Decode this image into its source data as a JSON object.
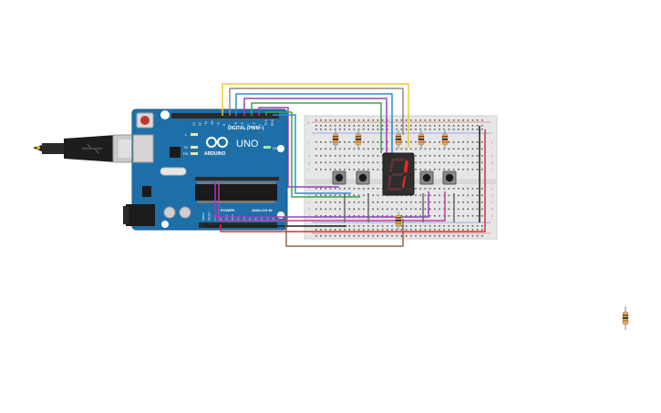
{
  "board": {
    "digital_label": "DIGITAL (PWM~)",
    "brand_label": "ARDUINO",
    "model_label": "UNO",
    "power_label": "POWER",
    "analog_label": "ANALOG IN",
    "on_label": "ON",
    "tx_label": "TX",
    "rx_label": "RX",
    "l_label": "L",
    "digital_pins": [
      "13",
      "12",
      "~11",
      "~10",
      "~9",
      "8",
      "7",
      "~6",
      "~5",
      "4",
      "~3",
      "2",
      "TX 1",
      "RX 0"
    ],
    "power_pins": [
      "IOREF",
      "RESET",
      "3.3V",
      "5V",
      "GND",
      "GND",
      "Vin"
    ],
    "analog_pins": [
      "A0",
      "A1",
      "A2",
      "A3",
      "A4",
      "A5"
    ]
  },
  "breadboard": {
    "row_letters_top": [
      "j",
      "i",
      "h",
      "g",
      "f"
    ],
    "row_letters_bottom": [
      "e",
      "d",
      "c",
      "b",
      "a"
    ],
    "rail_plus": "+",
    "rail_minus": "-"
  },
  "display": {
    "digit": "1",
    "segment_on_color": "#e8262a",
    "segment_off_color": "#5a3336"
  },
  "colors": {
    "board_blue": "#1e6fa8",
    "wire_yellow": "#e6cf2a",
    "wire_blue": "#2f8bd6",
    "wire_purple": "#9b3fb5",
    "wire_green": "#35a54a",
    "wire_red": "#d43434",
    "wire_brown": "#8b6a4a",
    "wire_gray": "#8c8c8c"
  }
}
